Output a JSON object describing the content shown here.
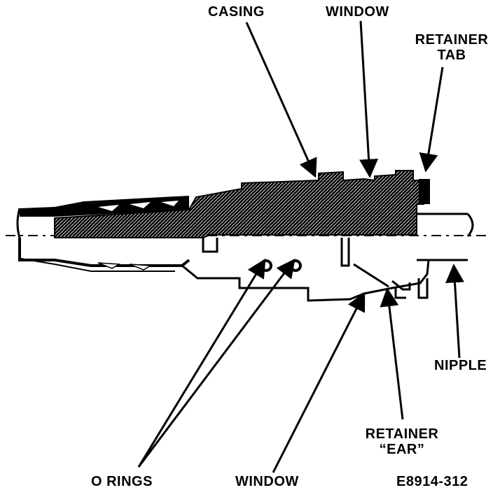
{
  "labels": {
    "casing": "CASING",
    "window_top": "WINDOW",
    "retainer_tab_line1": "RETAINER",
    "retainer_tab_line2": "TAB",
    "nipple": "NIPPLE",
    "retainer_ear_line1": "RETAINER",
    "retainer_ear_line2": "“EAR”",
    "o_rings": "O RINGS",
    "window_bottom": "WINDOW",
    "figure_id": "E8914-312"
  },
  "colors": {
    "ink": "#000000",
    "background": "#ffffff"
  }
}
